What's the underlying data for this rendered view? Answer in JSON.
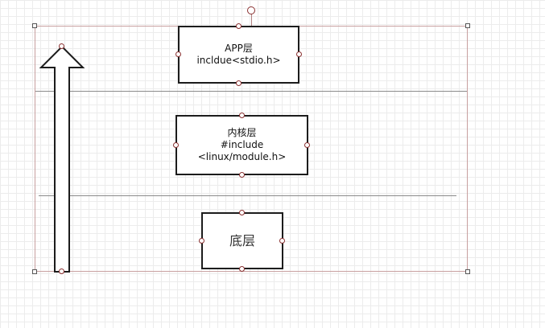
{
  "diagram": {
    "layers": [
      {
        "id": "app",
        "lines": [
          "APP层",
          "incldue<stdio.h>"
        ]
      },
      {
        "id": "kernel",
        "lines": [
          "内核层",
          "#include",
          "<linux/module.h>"
        ]
      },
      {
        "id": "bottom",
        "lines": [
          "底层"
        ]
      }
    ],
    "arrow": {
      "direction": "up"
    }
  }
}
